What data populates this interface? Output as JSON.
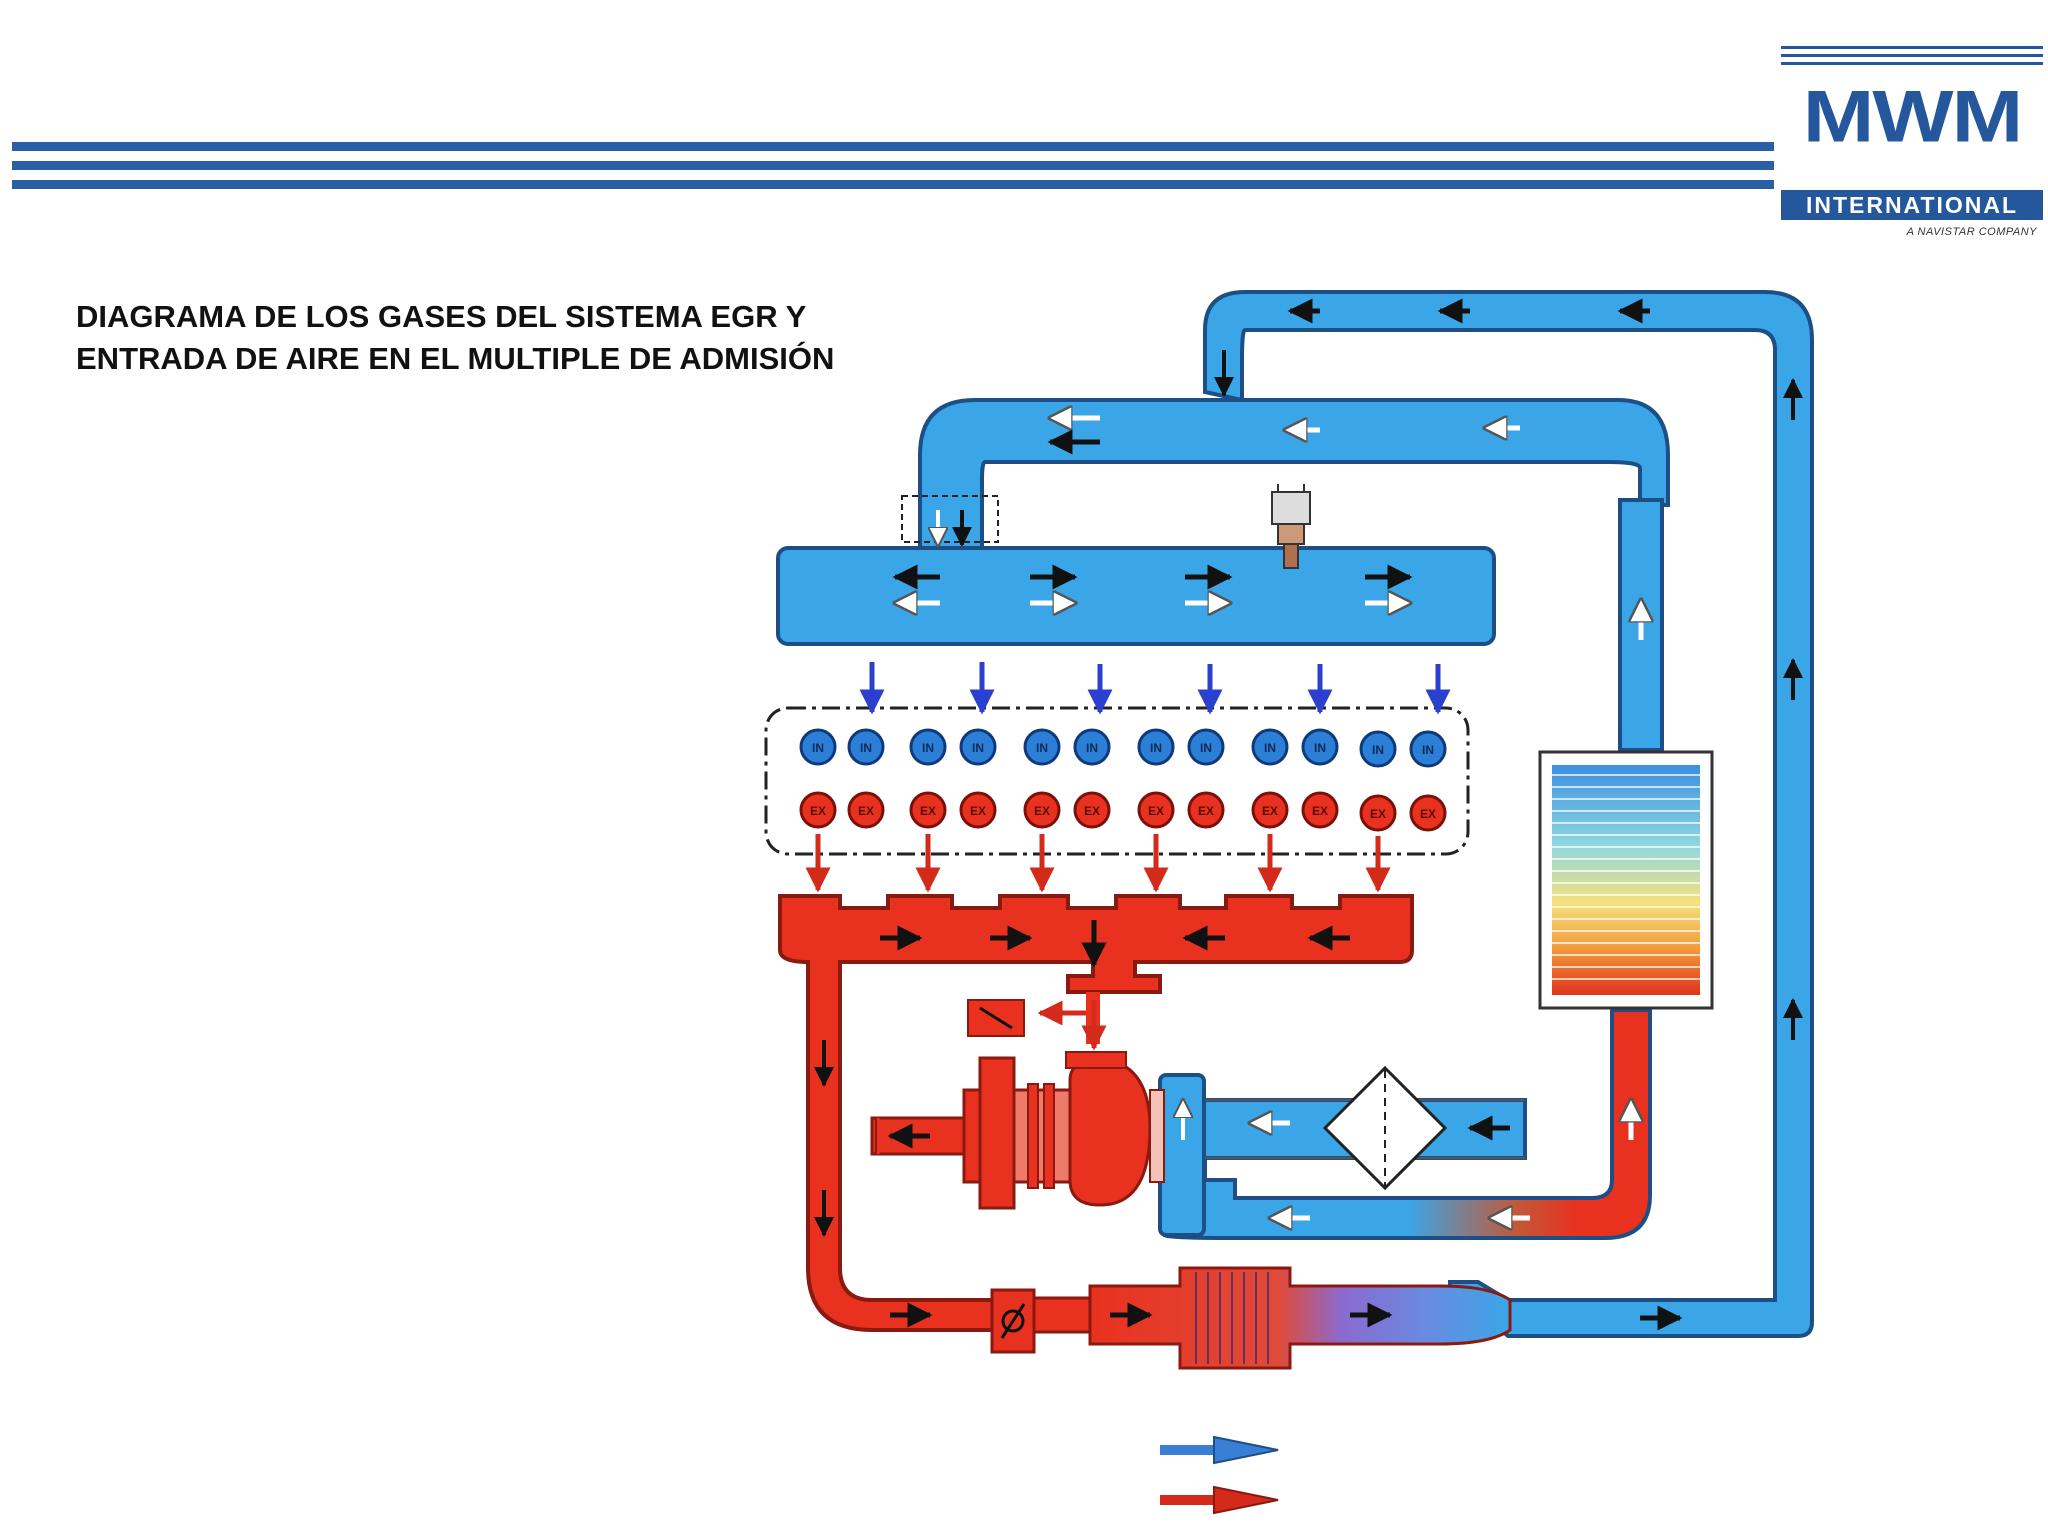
{
  "title_line1": "DIAGRAMA DE LOS GASES DEL SISTEMA EGR Y",
  "title_line2": "ENTRADA DE AIRE EN EL MULTIPLE DE ADMISIÓN",
  "logo": {
    "brand": "MWM",
    "subbrand": "INTERNATIONAL",
    "tagline": "A NAVISTAR COMPANY",
    "color": "#24579c"
  },
  "valve_labels": {
    "intake": "IN",
    "exhaust": "EX"
  },
  "colors": {
    "air_blue": "#3aa6e8",
    "air_outline": "#1d4f86",
    "exhaust_red": "#e8321f",
    "exhaust_outline": "#8a1a10",
    "header_stripe": "#2a5fa3"
  },
  "legend": [
    {
      "name": "blue-arrow",
      "color": "#3a7fd6"
    },
    {
      "name": "red-arrow",
      "color": "#d42a1c"
    }
  ]
}
